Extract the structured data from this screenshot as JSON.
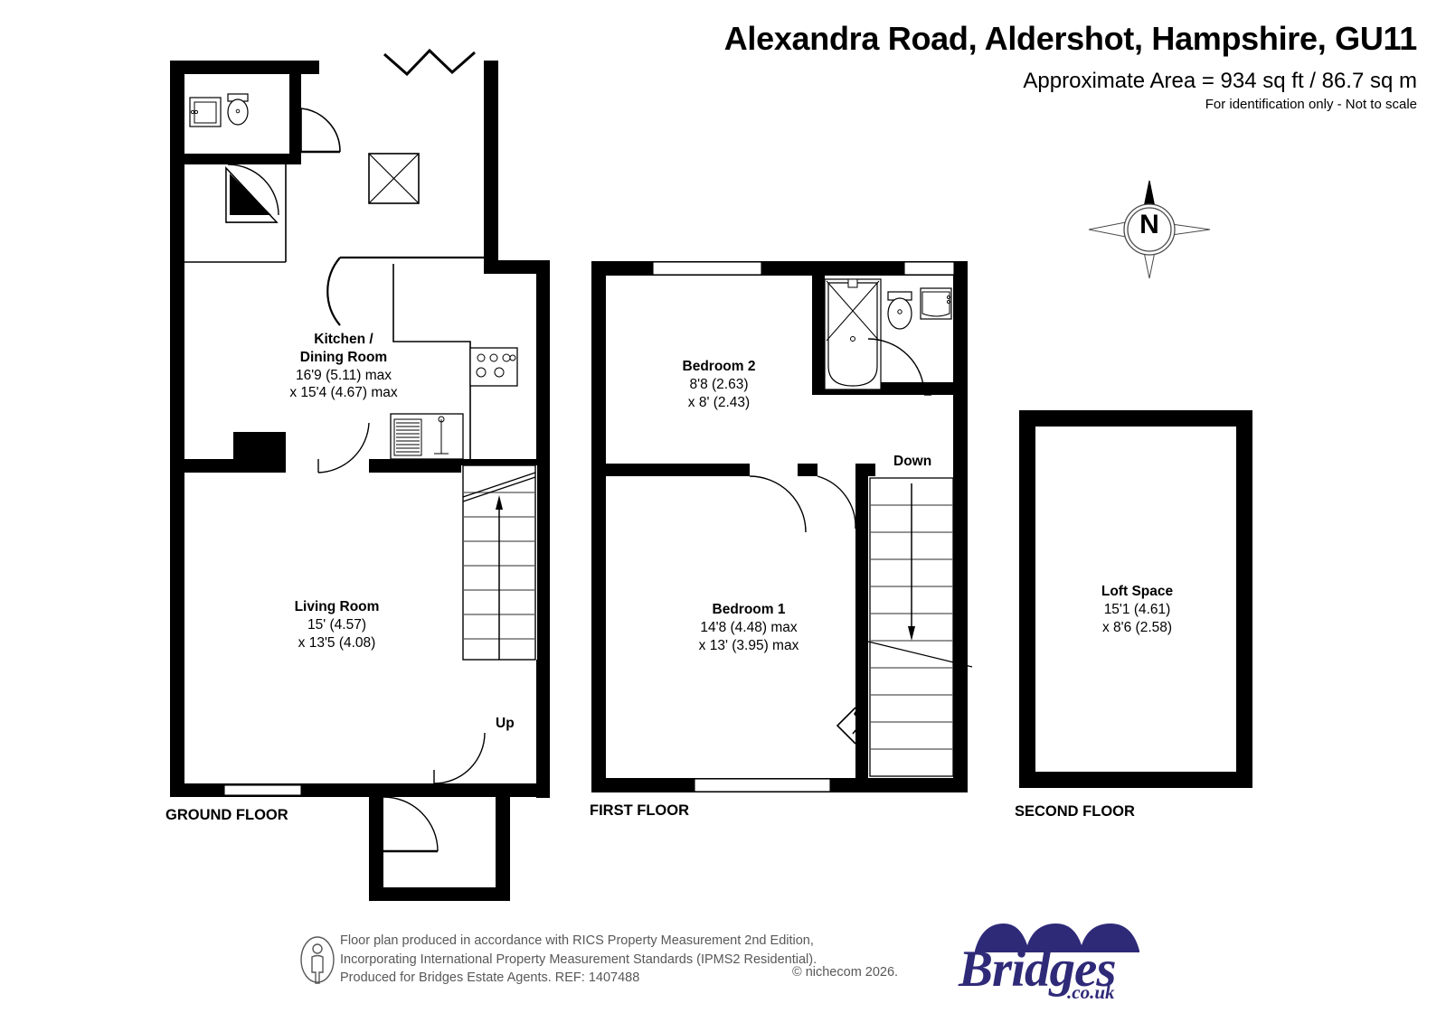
{
  "header": {
    "title": "Alexandra Road, Aldershot, Hampshire, GU11",
    "area": "Approximate Area = 934 sq ft / 86.7 sq m",
    "disclaimer": "For identification only - Not to scale"
  },
  "compass": {
    "north_label": "N"
  },
  "floors": [
    {
      "id": "ground",
      "label": "GROUND FLOOR",
      "rooms": [
        {
          "name": "Kitchen /\nDining Room",
          "name_line1": "Kitchen /",
          "name_line2": "Dining Room",
          "dim1": "16'9 (5.11) max",
          "dim2": "x 15'4 (4.67) max"
        },
        {
          "name": "Living Room",
          "name_line1": "Living Room",
          "name_line2": "",
          "dim1": "15' (4.57)",
          "dim2": "x 13'5 (4.08)"
        }
      ],
      "stair_label": "Up"
    },
    {
      "id": "first",
      "label": "FIRST FLOOR",
      "rooms": [
        {
          "name": "Bedroom 2",
          "name_line1": "Bedroom 2",
          "name_line2": "",
          "dim1": "8'8 (2.63)",
          "dim2": "x 8' (2.43)"
        },
        {
          "name": "Bedroom 1",
          "name_line1": "Bedroom 1",
          "name_line2": "",
          "dim1": "14'8 (4.48) max",
          "dim2": "x 13' (3.95) max"
        }
      ],
      "stair_label": "Down"
    },
    {
      "id": "second",
      "label": "SECOND FLOOR",
      "rooms": [
        {
          "name": "Loft Space",
          "name_line1": "Loft Space",
          "name_line2": "",
          "dim1": "15'1 (4.61)",
          "dim2": "x 8'6 (2.58)"
        }
      ],
      "stair_label": ""
    }
  ],
  "footer": {
    "line1": "Floor plan produced in accordance with RICS Property Measurement 2nd Edition,",
    "line2": "Incorporating International Property Measurement Standards (IPMS2 Residential).",
    "line3": "Produced for Bridges Estate Agents.   REF: 1407488",
    "copyright": "© nichecom 2026.",
    "logo_name": "Bridges",
    "logo_domain": ".co.uk"
  },
  "colors": {
    "wall": "#000000",
    "brand_navy": "#2f2a78",
    "footer_grey": "#58585a",
    "paper": "#ffffff"
  }
}
